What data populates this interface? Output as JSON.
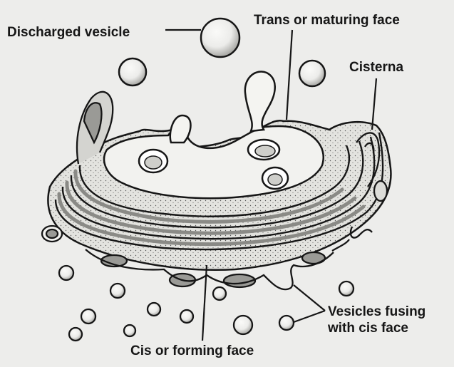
{
  "diagram": {
    "labels": {
      "discharged_vesicle": "Discharged vesicle",
      "trans_face": "Trans or maturing face",
      "cisterna": "Cisterna",
      "cis_face": "Cis or forming face",
      "vesicles_fusing_line1": "Vesicles fusing",
      "vesicles_fusing_line2": "with cis face"
    },
    "colors": {
      "background": "#ededeb",
      "ink": "#161616",
      "membrane_fill": "#dcdcd8",
      "lumen_fill": "#f6f6f3",
      "shade": "#8a8a86"
    }
  }
}
